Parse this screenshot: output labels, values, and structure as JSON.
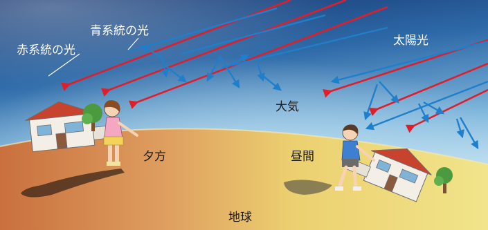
{
  "labels": {
    "blue_light": "青系統の光",
    "red_light": "赤系統の光",
    "sunlight": "太陽光",
    "atmosphere": "大気",
    "evening": "夕方",
    "daytime": "昼間",
    "earth": "地球"
  },
  "colors": {
    "sky_top": "#1b3f83",
    "sky_mid": "#4f8fc3",
    "sky_low": "#cfe6f3",
    "ground_evening": "#d98a4f",
    "ground_day": "#ecd773",
    "red_ray": "#e01e2a",
    "blue_ray": "#1f7fcb"
  },
  "icons": {
    "house_left": "house-icon",
    "house_right": "house-icon",
    "girl": "girl-figure",
    "boy": "boy-figure",
    "tree_left": "tree-icon",
    "tree_right": "tree-icon"
  }
}
